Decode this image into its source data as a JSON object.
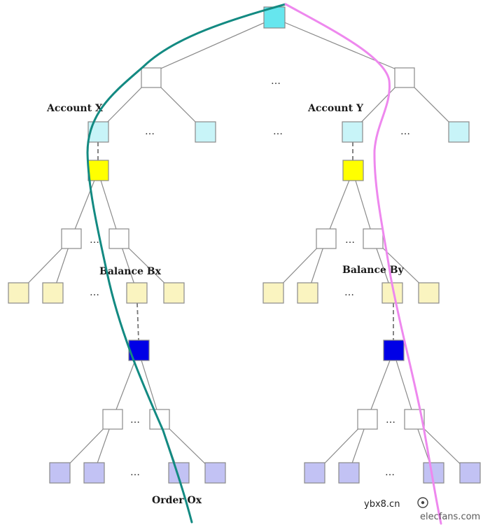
{
  "colors": {
    "root": "#66e6ee",
    "account": "#c8f4f8",
    "balance": "#ffff00",
    "balance_leaf": "#faf4c0",
    "order": "#0000e6",
    "order_leaf": "#c2c2f4",
    "white_node": "#ffffff",
    "edge": "#8a8a8a",
    "path_x": "#138a82",
    "path_y": "#ee88ee"
  },
  "labels": {
    "account_x": "Account X",
    "account_y": "Account Y",
    "balance_bx": "Balance Bx",
    "balance_by": "Balance By",
    "order_ox": "Order Ox",
    "ellipsis": "…"
  },
  "watermark": {
    "site": "ybx8.cn",
    "brand": "elecfans.com"
  }
}
